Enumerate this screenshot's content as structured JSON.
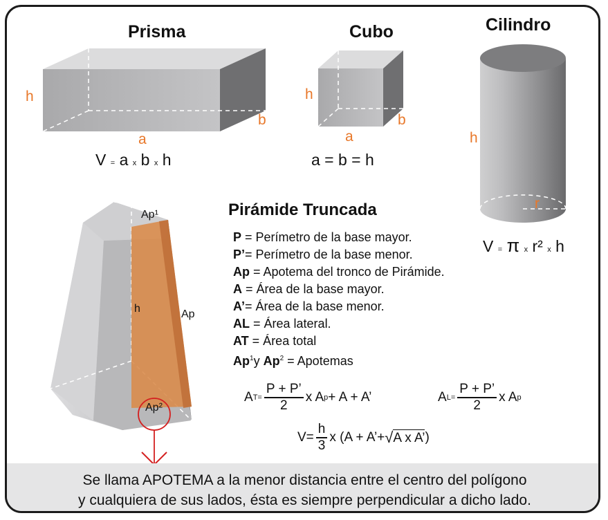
{
  "prisma": {
    "title": "Prisma",
    "h": "h",
    "b": "b",
    "a": "a",
    "formula": [
      "V",
      "=",
      "a",
      "x",
      "b",
      "x",
      "h"
    ]
  },
  "cubo": {
    "title": "Cubo",
    "h": "h",
    "b": "b",
    "a": "a",
    "formula": "a = b = h"
  },
  "cilindro": {
    "title": "Cilindro",
    "h": "h",
    "r": "r",
    "formula": [
      "V",
      "=",
      "π",
      "x",
      "r²",
      "x",
      "h"
    ]
  },
  "piramide": {
    "ap1": "Ap¹",
    "ap2": "Ap²",
    "h": "h",
    "ap": "Ap",
    "title": "Pirámide Truncada",
    "definitions": [
      {
        "key": "P",
        "text": " = Perímetro de la base mayor."
      },
      {
        "key": "P’",
        "text": "= Perímetro de la base menor."
      },
      {
        "key": "Ap",
        "text": " = Apotema del tronco de Pirámide."
      },
      {
        "key": "A",
        "text": " = Área de la base mayor."
      },
      {
        "key": "A’",
        "text": "= Área de la base menor."
      },
      {
        "key": "AL",
        "text": " = Área lateral."
      },
      {
        "key": "AT",
        "text": " = Área total"
      }
    ],
    "apotemas": {
      "k1": "Ap",
      "sup1": "1",
      "y": "y ",
      "k2": "Ap",
      "sup2": "2",
      "text": " = Apotemas"
    }
  },
  "equations": {
    "at": {
      "lhs": "A",
      "lhs_sub": "T",
      "eq": " =",
      "num": "P + P’",
      "den": "2",
      "rest1": " x A",
      "rest_sub": "p",
      "rest2": " + A + A’"
    },
    "al": {
      "lhs": "A",
      "lhs_sub": "L",
      "eq": " =",
      "num": "P + P’",
      "den": "2",
      "rest1": " x A",
      "rest_sub": "p"
    },
    "v": {
      "lhs": "V=",
      "num": "h",
      "den": "3",
      "rest1": "x (A + A’+",
      "root": "A x A’",
      "rest2": ")"
    }
  },
  "footer": {
    "line1": "Se llama APOTEMA a la menor distancia entre el centro del polígono",
    "line2": "y cualquiera de sus lados, ésta es siempre perpendicular a dicho lado."
  },
  "colors": {
    "accent": "#e8782a",
    "frame": "#1b1b1b",
    "footer_bg": "#e5e5e6",
    "marker": "#d42020"
  }
}
